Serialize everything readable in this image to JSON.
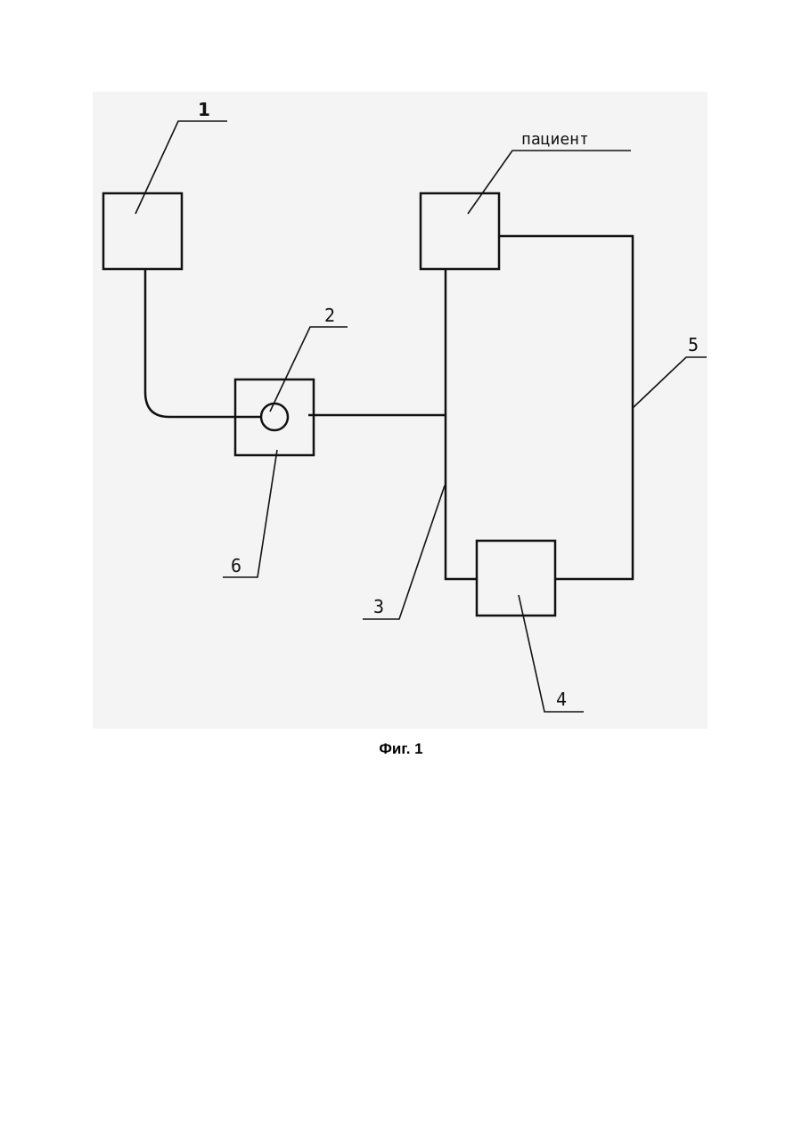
{
  "figure": {
    "labels": {
      "unit_1": "1",
      "unit_2": "2",
      "unit_3": "3",
      "unit_4": "4",
      "unit_5": "5",
      "unit_6": "6",
      "patient": "пациент"
    },
    "caption": "Фиг. 1"
  }
}
